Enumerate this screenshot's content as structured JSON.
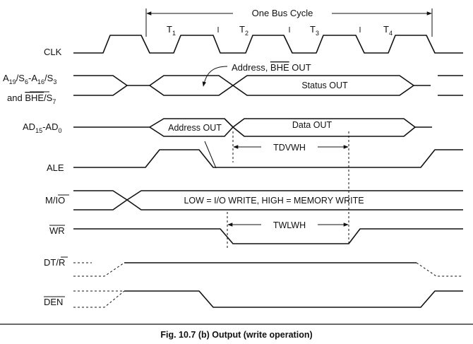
{
  "bus_cycle": {
    "label": "One Bus Cycle"
  },
  "states": [
    {
      "letter": "T",
      "sub": "1"
    },
    {
      "letter": "T",
      "sub": "2"
    },
    {
      "letter": "T",
      "sub": "3"
    },
    {
      "letter": "T",
      "sub": "4"
    }
  ],
  "signals": {
    "clk": "CLK",
    "addr_status": {
      "line1": {
        "a": "A",
        "a_sub": "19",
        "b": "/S",
        "b_sub": "6",
        "c": "-A",
        "c_sub": "16",
        "d": "/S",
        "d_sub": "3"
      },
      "line2": {
        "prefix": "and ",
        "bhe": "BHE",
        "rest": "/S",
        "rest_sub": "7"
      }
    },
    "ad": {
      "a": "AD",
      "a_sub": "15",
      "b": "-AD",
      "b_sub": "0"
    },
    "ale": "ALE",
    "mio": {
      "m": "M/",
      "io": "IO"
    },
    "wr": "WR",
    "dtr": {
      "dt": "DT/",
      "r": "R"
    },
    "den": "DEN"
  },
  "annotations": {
    "addr_bhe_out": {
      "prefix": "Address, ",
      "bhe": "BHE",
      "suffix": " OUT"
    },
    "status_out": "Status OUT",
    "address_out": "Address OUT",
    "data_out": "Data OUT",
    "tdvwh": "TDVWH",
    "mio_text": "LOW = I/O WRITE,  HIGH = MEMORY WRITE",
    "twlwh": "TWLWH"
  },
  "caption": "Fig. 10.7 (b) Output (write operation)"
}
